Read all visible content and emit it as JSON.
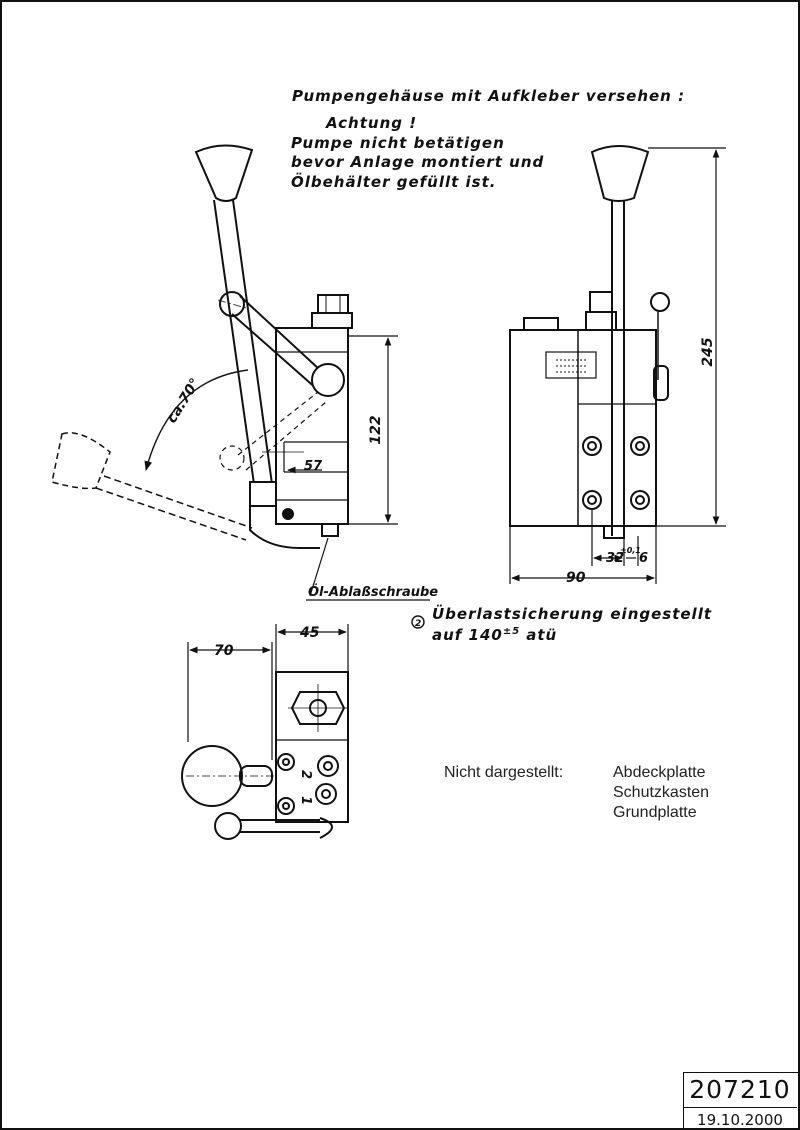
{
  "notes": {
    "sticker_header": "Pumpengehäuse mit Aufkleber versehen :",
    "sticker_line1": "Achtung !",
    "sticker_line2": "Pumpe nicht betätigen",
    "sticker_line3": "bevor Anlage montiert und",
    "sticker_line4": "Ölbehälter gefüllt ist."
  },
  "labels": {
    "angle": "ca.70°",
    "oil_drain": "Öl-Ablaßschraube",
    "overload_marker": "2",
    "overload_line1": "Überlastsicherung eingestellt",
    "overload_line2_prefix": "auf 140",
    "overload_tolerance": "±5",
    "overload_unit": "atü",
    "port_1": "1",
    "port_2": "2"
  },
  "dimensions": {
    "d122": "122",
    "d57": "57",
    "d245": "245",
    "d32": "32",
    "d32_tol": "±0,1",
    "d6": "6",
    "d90": "90",
    "d70": "70",
    "d45": "45"
  },
  "not_shown": {
    "label": "Nicht dargestellt:",
    "items": [
      "Abdeckplatte",
      "Schutzkasten",
      "Grundplatte"
    ]
  },
  "title_block": {
    "drawing_number": "207210",
    "date": "19.10.2000"
  }
}
